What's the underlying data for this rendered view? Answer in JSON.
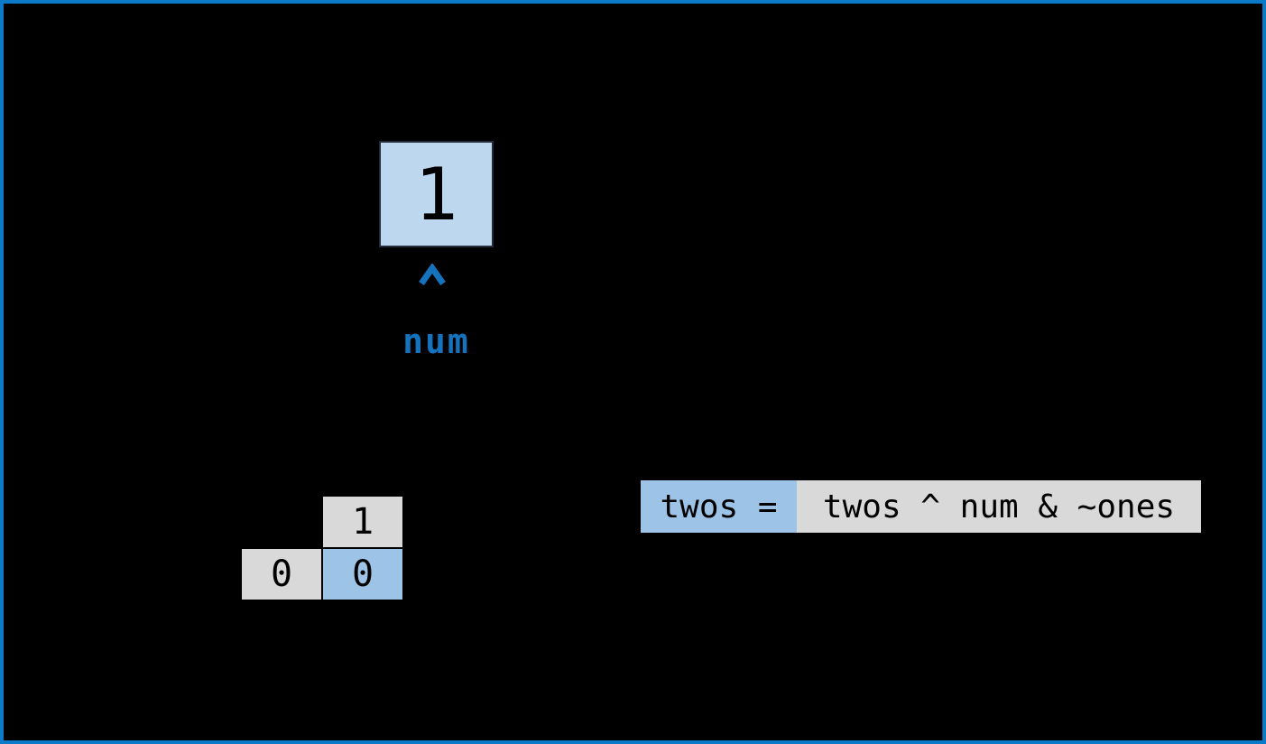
{
  "canvas": {
    "background": "#000000",
    "frame_color": "#0b7ac8"
  },
  "num_box": {
    "value": "1",
    "fill": "#bdd7ee",
    "border_color": "#222c3c",
    "pointer_icon": "caret-up",
    "pointer_color": "#1572bd",
    "label": "num"
  },
  "bit_table": {
    "border_color": "#000000",
    "top_cell": {
      "value": "1",
      "fill": "#d9d9d9"
    },
    "bottom_left_cell": {
      "value": "0",
      "fill": "#d9d9d9"
    },
    "bottom_right_cell": {
      "value": "0",
      "fill": "#9dc3e6"
    }
  },
  "expression": {
    "lhs": "twos =",
    "lhs_fill": "#9dc3e6",
    "rhs": "twos ^ num & ~ones",
    "rhs_fill": "#d9d9d9"
  }
}
